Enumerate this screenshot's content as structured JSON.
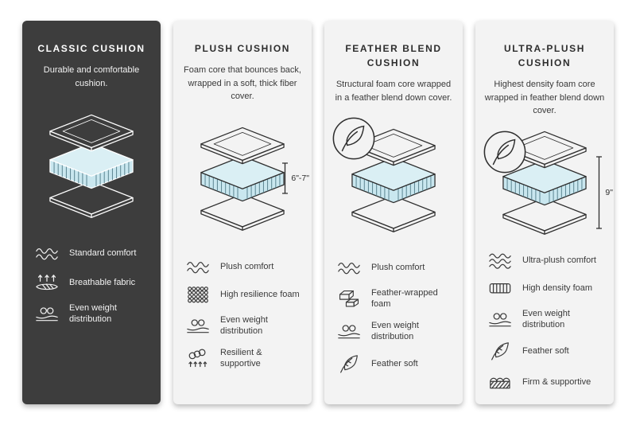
{
  "colors": {
    "dark_card_bg": "#3d3d3d",
    "light_card_bg": "#f3f3f3",
    "foam_fill": "#c9e7ef",
    "foam_top_fill": "#daeff4",
    "hatch": "#5e8793"
  },
  "cards": [
    {
      "id": "classic",
      "theme": "dark",
      "title": "CLASSIC CUSHION",
      "description": "Durable and comfortable cushion.",
      "diagram": {
        "badge": false,
        "dimension": null
      },
      "features": [
        {
          "icon": "wave-icon",
          "label": "Standard comfort"
        },
        {
          "icon": "breathable-icon",
          "label": "Breathable fabric"
        },
        {
          "icon": "even-weight-icon",
          "label": "Even weight distribution"
        }
      ]
    },
    {
      "id": "plush",
      "theme": "light",
      "title": "PLUSH CUSHION",
      "description": "Foam core that bounces back, wrapped in a soft, thick fiber cover.",
      "diagram": {
        "badge": false,
        "dimension": "6\"-7\""
      },
      "features": [
        {
          "icon": "wave-icon",
          "label": "Plush comfort"
        },
        {
          "icon": "resilience-foam-icon",
          "label": "High resilience foam"
        },
        {
          "icon": "even-weight-icon",
          "label": "Even weight distribution"
        },
        {
          "icon": "spring-icon",
          "label": "Resilient & supportive"
        }
      ]
    },
    {
      "id": "feather-blend",
      "theme": "light",
      "title": "FEATHER BLEND CUSHION",
      "description": "Structural foam core wrapped in a feather blend down cover.",
      "diagram": {
        "badge": true,
        "dimension": null
      },
      "features": [
        {
          "icon": "wave-icon",
          "label": "Plush comfort"
        },
        {
          "icon": "brick-icon",
          "label": "Feather-wrapped foam"
        },
        {
          "icon": "even-weight-icon",
          "label": "Even weight distribution"
        },
        {
          "icon": "feather-icon",
          "label": "Feather soft"
        }
      ]
    },
    {
      "id": "ultra-plush",
      "theme": "light",
      "title": "ULTRA-PLUSH CUSHION",
      "description": "Highest density foam core wrapped in feather blend down cover.",
      "diagram": {
        "badge": true,
        "dimension": "9\""
      },
      "features": [
        {
          "icon": "ultra-wave-icon",
          "label": "Ultra-plush comfort"
        },
        {
          "icon": "density-foam-icon",
          "label": "High density foam"
        },
        {
          "icon": "even-weight-icon",
          "label": "Even weight distribution"
        },
        {
          "icon": "feather-icon",
          "label": "Feather soft"
        },
        {
          "icon": "firm-icon",
          "label": "Firm & supportive"
        }
      ]
    }
  ]
}
